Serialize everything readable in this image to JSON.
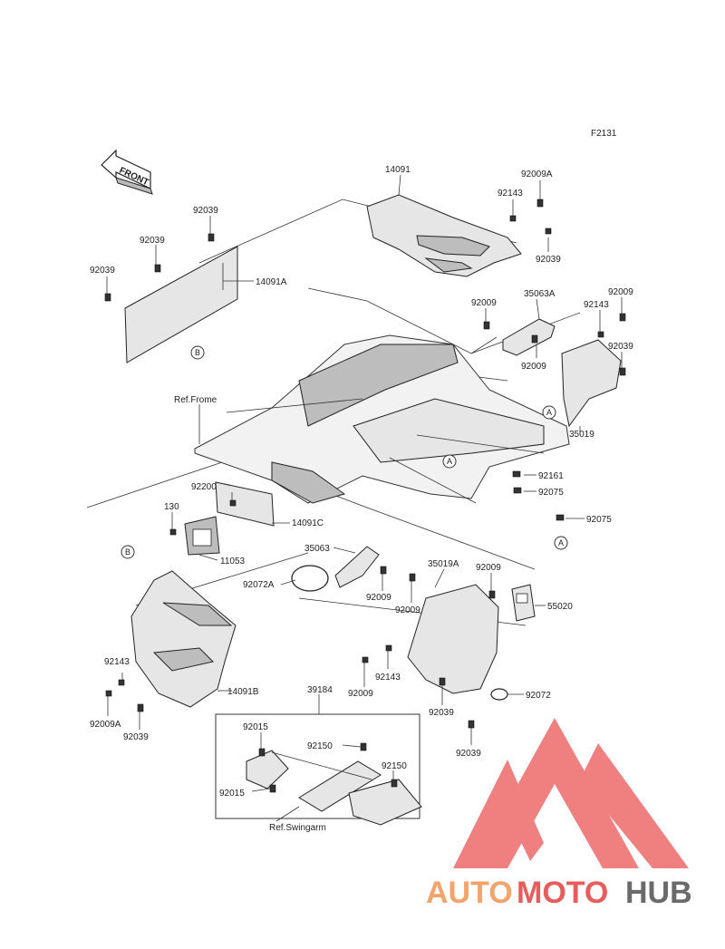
{
  "figure_code": "F2131",
  "front_label": "FRONT",
  "ref_frame": "Ref.Frome",
  "ref_swingarm": "Ref.Swingarm",
  "watermark": {
    "part1": "AUTO",
    "part2": "MOTO",
    "part3": "HUB",
    "color1": "#f4a36b",
    "color2": "#e85c5c",
    "color3": "#6a6a6a",
    "logo_color": "#ee6b6b"
  },
  "markers": {
    "A": "A",
    "B": "B"
  },
  "labels": {
    "p14091": "14091",
    "p92009A_top": "92009A",
    "p92143_top": "92143",
    "p92039_top": "92039",
    "p92039_a": "92039",
    "p92039_b": "92039",
    "p92039_c": "92039",
    "p14091A": "14091A",
    "p92009_r1": "92009",
    "p35063A": "35063A",
    "p92143_r": "92143",
    "p92009_r2": "92009",
    "p92009_r3": "92009",
    "p92039_r": "92039",
    "p35019": "35019",
    "p92161": "92161",
    "p92075_a": "92075",
    "p92075_b": "92075",
    "p92200": "92200",
    "p130": "130",
    "p14091C": "14091C",
    "p11053": "11053",
    "p35063": "35063",
    "p92072A": "92072A",
    "p92009_m1": "92009",
    "p92009_m2": "92009",
    "p35019A": "35019A",
    "p92009_m3": "92009",
    "p55020": "55020",
    "p92143_l": "92143",
    "p92009A_l": "92009A",
    "p92039_l": "92039",
    "p14091B": "14091B",
    "p92143_m": "92143",
    "p92009_m4": "92009",
    "p92039_m5": "92039",
    "p92039_m6": "92039",
    "p92072": "92072",
    "p39184": "39184",
    "p92015_a": "92015",
    "p92015_b": "92015",
    "p92150_a": "92150",
    "p92150_b": "92150"
  }
}
